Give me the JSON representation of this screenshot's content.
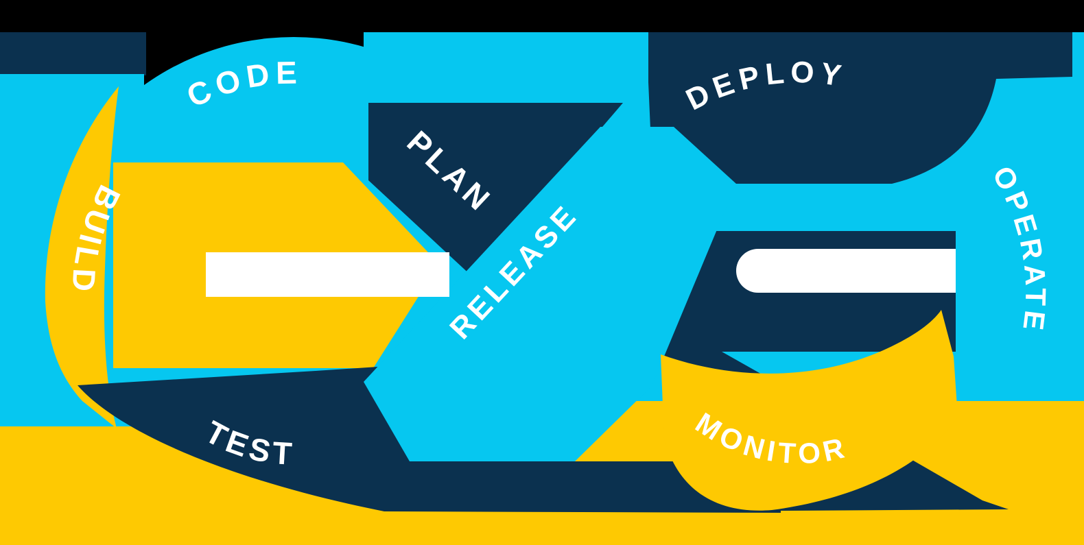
{
  "diagram": {
    "name": "devops-infinity-loop",
    "description": "DevOps lifecycle infinity loop with eight stages"
  },
  "labels": {
    "plan": "PLAN",
    "code": "CODE",
    "build": "BUILD",
    "test": "TEST",
    "release": "RELEASE",
    "deploy": "DEPLOY",
    "operate": "OPERATE",
    "monitor": "MONITOR"
  },
  "colors": {
    "cyan": "#06C7F0",
    "navy": "#0B314F",
    "yellow": "#FEC902",
    "white": "#FFFFFF",
    "background": "#000000"
  }
}
